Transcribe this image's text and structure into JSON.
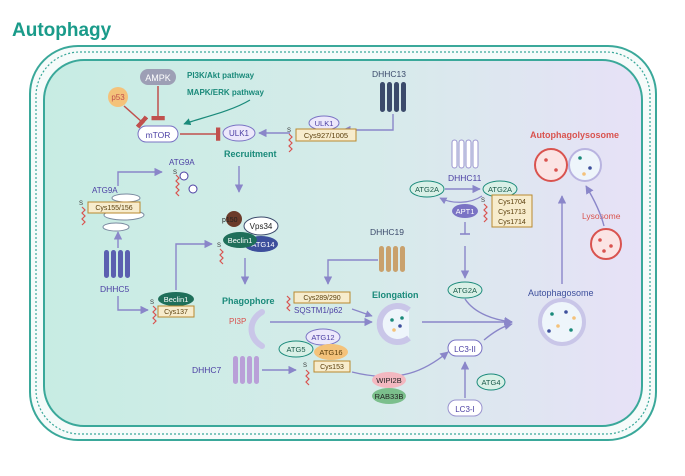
{
  "title": "Autophagy",
  "colors": {
    "title": "#1a9b8a",
    "cell_fill_left": "#cdeee6",
    "cell_fill_right": "#e6e0f6",
    "membrane": "#3aa89a",
    "arrow": "#8a86c9",
    "inhibit": "#c0504d",
    "palm": "#d9534f",
    "teal_text": "#1a8a7a",
    "red_text": "#d9534f",
    "cys_fill": "#f7eccd",
    "cys_border": "#b8892f"
  },
  "labels": {
    "ampk": "AMPK",
    "p53": "p53",
    "mtor": "mTOR",
    "pi3k": "PI3K/Akt pathway",
    "mapk": "MAPK/ERK pathway",
    "dhhc13": "DHHC13",
    "ulk1_top": "ULK1",
    "ulk1_box": "ULK1",
    "cys_ulk1": "Cys927/1005",
    "recruitment": "Recruitment",
    "atg9a_top": "ATG9A",
    "atg9a_left": "ATG9A",
    "cys_atg9a": "Cys155/156",
    "dhhc5": "DHHC5",
    "p150": "p150",
    "vps34": "Vps34",
    "beclin1_complex": "Beclin1",
    "atg14": "ATG14",
    "beclin1_low": "Beclin1",
    "cys137": "Cys137",
    "phagophore": "Phagophore",
    "pi3p": "PI3P",
    "dhhc19": "DHHC19",
    "cys_p62": "Cys289/290",
    "sqstm1": "SQSTM1/p62",
    "elongation": "Elongation",
    "dhhc7": "DHHC7",
    "atg12": "ATG12",
    "atg5": "ATG5",
    "atg16": "ATG16",
    "cys153": "Cys153",
    "wipi2b": "WIPI2B",
    "rab33b": "RAB33B",
    "dhhc11": "DHHC11",
    "atg2a_left": "ATG2A",
    "atg2a_right": "ATG2A",
    "apt1": "APT1",
    "cys_atg2a": [
      "Cys1704",
      "Cys1713",
      "Cys1714"
    ],
    "atg2a_mid": "ATG2A",
    "lc3ii": "LC3-II",
    "atg4": "ATG4",
    "lc3i": "LC3-I",
    "autophagosome": "Autophagosome",
    "autophagolysosome": "Autophagolysosome",
    "lysosome": "Lysosome"
  }
}
